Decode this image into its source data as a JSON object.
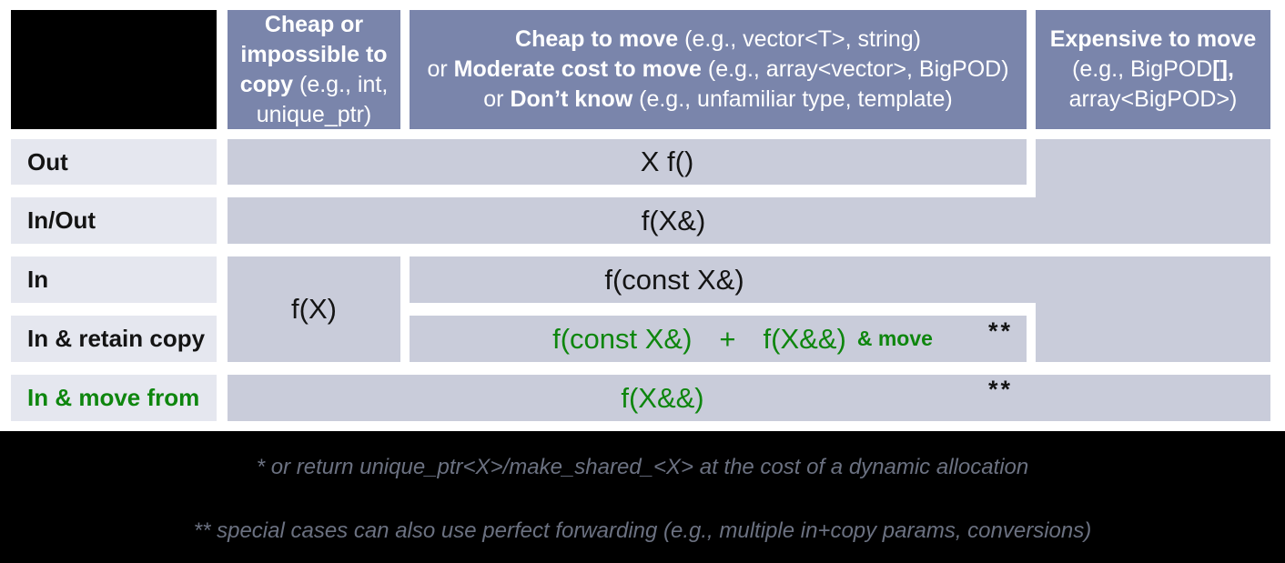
{
  "colors": {
    "header_bg": "#7a85ab",
    "cell_bg": "#c9ccda",
    "label_bg": "#e5e7ef",
    "green": "#0e860e",
    "footnote_gray": "#6b7181",
    "black": "#000000",
    "text_dark": "#141414"
  },
  "header": {
    "col1": {
      "bold": "Cheap or impossible to copy",
      "rest": " (e.g., int, unique_ptr)"
    },
    "col2": {
      "lines": [
        {
          "pre": "",
          "bold": "Cheap to move",
          "rest": " (e.g., vector<T>, string)"
        },
        {
          "pre": "or ",
          "bold": "Moderate cost to move",
          "rest": " (e.g., array<vector>, BigPOD)"
        },
        {
          "pre": "or ",
          "bold": "Don’t know",
          "rest": " (e.g., unfamiliar type, template)"
        }
      ]
    },
    "col3": {
      "bold": "Expensive to move",
      "line2_pre": "(e.g., BigPOD",
      "line2_bold": "[],",
      "line3": "array<BigPOD>)"
    }
  },
  "rows": {
    "out": "Out",
    "inout": "In/Out",
    "in": "In",
    "retain": "In & retain copy",
    "movefrom": "In & move from"
  },
  "cells": {
    "out": "X f()",
    "inout": "f(X&)",
    "in_col1": "f(X)",
    "in_cols23": "f(const X&)",
    "retain": {
      "part1": "f(const X&)",
      "plus": "+",
      "part2": "f(X&&)",
      "suffix": "& move"
    },
    "movefrom": "f(X&&)",
    "double_star": "**"
  },
  "footnotes": [
    "* or return unique_ptr<X>/make_shared_<X> at the cost of a dynamic allocation",
    "** special cases can also use perfect forwarding (e.g., multiple in+copy params, conversions)"
  ]
}
